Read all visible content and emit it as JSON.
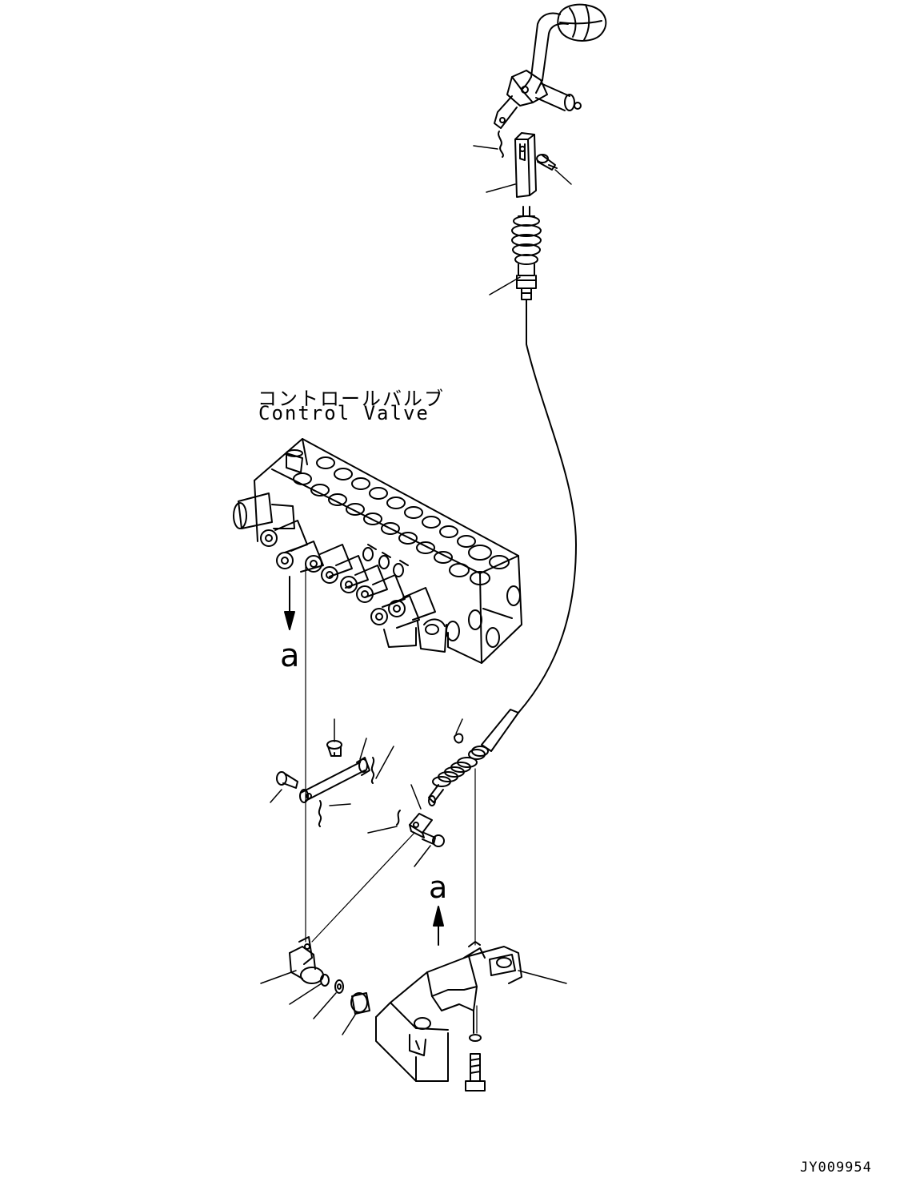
{
  "labels": {
    "control_valve_jp": "コントロールバルブ",
    "control_valve_en": "Control Valve",
    "reference_a_top": "a",
    "reference_a_bottom": "a",
    "drawing_number": "JY009954"
  },
  "colors": {
    "line": "#000000",
    "background": "#ffffff"
  }
}
